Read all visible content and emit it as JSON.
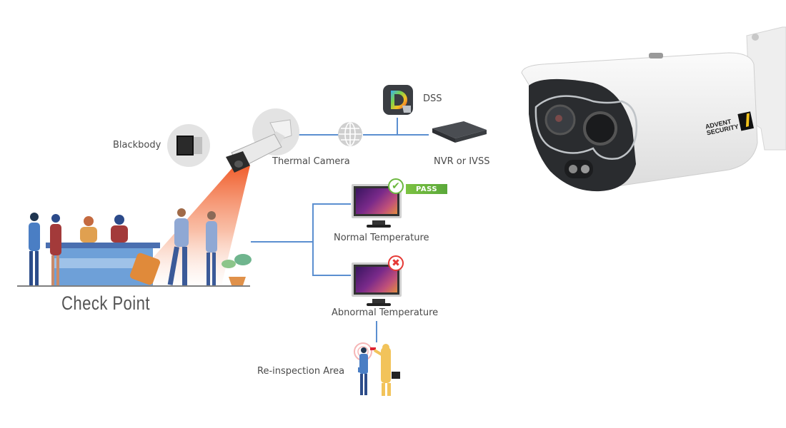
{
  "diagram": {
    "nodes": {
      "blackbody": {
        "label": "Blackbody",
        "icon": "blackbody-device-icon"
      },
      "thermal_camera": {
        "label": "Thermal Camera",
        "icon": "bullet-camera-icon"
      },
      "network": {
        "icon": "globe-icon"
      },
      "dss": {
        "label": "DSS",
        "icon": "dss-app-icon"
      },
      "nvr": {
        "label": "NVR or IVSS",
        "icon": "nvr-box-icon"
      },
      "normal": {
        "label": "Normal Temperature",
        "icon": "thermal-monitor-icon",
        "status_icon": "check-icon",
        "badge": "PASS"
      },
      "abnormal": {
        "label": "Abnormal Temperature",
        "icon": "thermal-monitor-icon",
        "status_icon": "cross-icon"
      },
      "reinspection": {
        "label": "Re-inspection Area",
        "icon": "reinspection-scene-icon"
      },
      "checkpoint": {
        "label": "Check Point",
        "icon": "checkpoint-scene-icon"
      }
    },
    "product": {
      "icon": "thermal-bullet-camera-photo",
      "logo_text_1": "ADVENT",
      "logo_text_2": "SECURITY"
    }
  },
  "colors": {
    "connector": "#5b8fd0",
    "pass_green": "#6cb83f",
    "fail_red": "#e53935",
    "beam_orange": "#f05a28"
  }
}
